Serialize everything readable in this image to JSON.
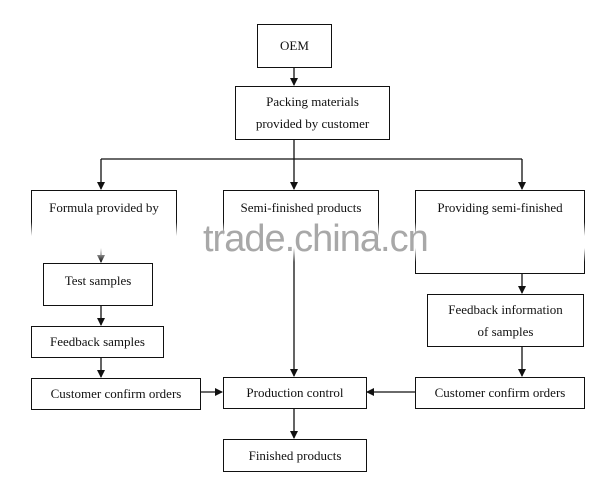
{
  "diagram": {
    "title": "OEM process flow",
    "nodes": {
      "oem": "OEM",
      "packing_line1": "Packing materials",
      "packing_line2": "provided by customer",
      "formula": "Formula provided by",
      "semi_finished": "Semi-finished products",
      "providing_semi": "Providing semi-finished",
      "test_samples": "Test samples",
      "feedback_samples": "Feedback samples",
      "customer_confirm_left": "Customer confirm orders",
      "production_control": "Production control",
      "feedback_info_line1": "Feedback information",
      "feedback_info_line2": "of samples",
      "customer_confirm_right": "Customer confirm orders",
      "finished_products": "Finished products"
    },
    "edges": [
      {
        "from": "OEM",
        "to": "Packing materials provided by customer"
      },
      {
        "from": "Packing materials provided by customer",
        "to": "Formula provided by"
      },
      {
        "from": "Packing materials provided by customer",
        "to": "Semi-finished products"
      },
      {
        "from": "Packing materials provided by customer",
        "to": "Providing semi-finished"
      },
      {
        "from": "Formula provided by",
        "to": "Test samples"
      },
      {
        "from": "Test samples",
        "to": "Feedback samples"
      },
      {
        "from": "Feedback samples",
        "to": "Customer confirm orders (left)"
      },
      {
        "from": "Customer confirm orders (left)",
        "to": "Production control"
      },
      {
        "from": "Semi-finished products",
        "to": "Production control"
      },
      {
        "from": "Providing semi-finished",
        "to": "Feedback information of samples"
      },
      {
        "from": "Feedback information of samples",
        "to": "Customer confirm orders (right)"
      },
      {
        "from": "Customer confirm orders (right)",
        "to": "Production control"
      },
      {
        "from": "Production control",
        "to": "Finished products"
      }
    ],
    "line_color": "#111111"
  },
  "watermark": {
    "text": "trade.china.cn",
    "color": "#a8a8a8"
  }
}
